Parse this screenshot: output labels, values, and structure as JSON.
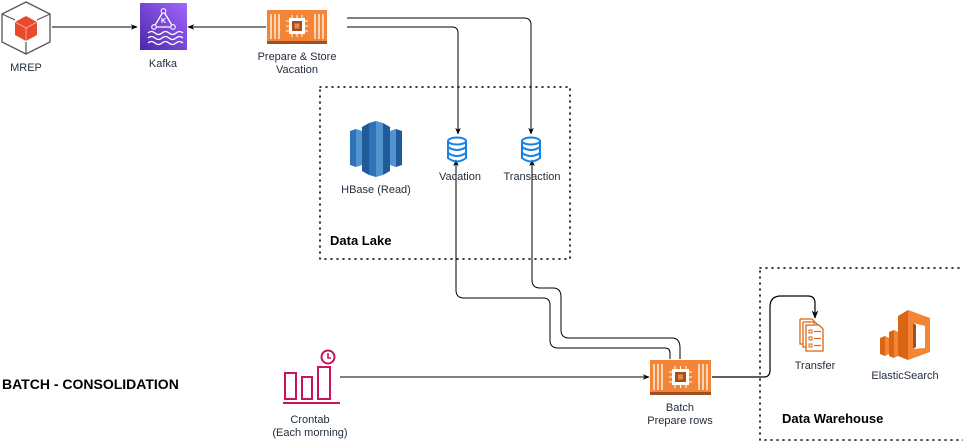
{
  "diagram": {
    "title": "BATCH - CONSOLIDATION",
    "groups": [
      {
        "id": "data-lake",
        "label": "Data Lake"
      },
      {
        "id": "data-warehouse",
        "label": "Data Warehouse"
      }
    ],
    "nodes": [
      {
        "id": "mrep",
        "label": "MREP",
        "icon": "aws-generic-cube-icon",
        "color": "#e8492f"
      },
      {
        "id": "kafka",
        "label": "Kafka",
        "icon": "amazon-msk-kafka-icon",
        "color": "#8c4fff"
      },
      {
        "id": "prepare-store",
        "label": "Prepare & Store\nVacation",
        "icon": "ec2-instance-chip-icon",
        "color": "#ed7d31"
      },
      {
        "id": "hbase",
        "label": "HBase (Read)",
        "icon": "amazon-redshift-icon",
        "color": "#2e73b8"
      },
      {
        "id": "vacation",
        "label": "Vacation",
        "icon": "database-icon",
        "color": "#1883e6"
      },
      {
        "id": "transaction",
        "label": "Transaction",
        "icon": "database-icon",
        "color": "#1883e6"
      },
      {
        "id": "crontab",
        "label": "Crontab\n(Each morning)",
        "icon": "eventbridge-scheduler-icon",
        "color": "#c7145a"
      },
      {
        "id": "batch",
        "label": "Batch\nPrepare rows",
        "icon": "ec2-instance-chip-icon",
        "color": "#ed7d31"
      },
      {
        "id": "transfer",
        "label": "Transfer",
        "icon": "transfer-documents-icon",
        "color": "#d86613"
      },
      {
        "id": "elasticsearch",
        "label": "ElasticSearch",
        "icon": "amazon-elasticsearch-icon",
        "color": "#f58536"
      }
    ],
    "edges": [
      {
        "from": "mrep",
        "to": "kafka"
      },
      {
        "from": "prepare-store",
        "to": "kafka"
      },
      {
        "from": "prepare-store",
        "to": "vacation"
      },
      {
        "from": "prepare-store",
        "to": "transaction"
      },
      {
        "from": "batch",
        "to": "vacation"
      },
      {
        "from": "batch",
        "to": "transaction"
      },
      {
        "from": "crontab",
        "to": "batch"
      },
      {
        "from": "batch",
        "to": "transfer"
      }
    ]
  }
}
